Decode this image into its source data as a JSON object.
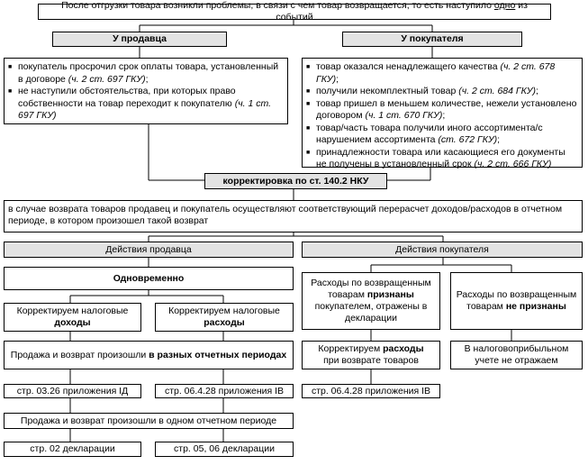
{
  "top": {
    "prefix": "После отгрузки товара возникли проблемы, в связи с чем товар возвращается, то есть наступило ",
    "emph": "одно",
    "suffix": " из событий"
  },
  "seller_header": "У продавца",
  "buyer_header": "У покупателя",
  "seller_items": [
    {
      "text": "покупатель просрочил срок оплаты товара, установленный в договоре ",
      "ref": "(ч. 2 ст. 697 ГКУ)",
      "tail": ";"
    },
    {
      "text": "не наступили обстоятельства, при которых право собственности на товар переходит к покупателю ",
      "ref": "(ч. 1 ст. 697 ГКУ)",
      "tail": ""
    }
  ],
  "buyer_items": [
    {
      "text": "товар оказался ненадлежащего качества ",
      "ref": "(ч. 2 ст. 678 ГКУ)",
      "tail": ";"
    },
    {
      "text": "получили некомплектный товар ",
      "ref": "(ч. 2 ст. 684 ГКУ)",
      "tail": ";"
    },
    {
      "text": "товар пришел в меньшем количестве, нежели установлено договором ",
      "ref": "(ч. 1 ст. 670 ГКУ)",
      "tail": ";"
    },
    {
      "text": "товар/часть товара получили иного ассортимента/с нарушением ассортимента ",
      "ref": "(ст. 672 ГКУ)",
      "tail": ";"
    },
    {
      "text": "принадлежности товара или касающиеся его документы не получены в установленный срок ",
      "ref": "(ч. 2 ст. 666 ГКУ)",
      "tail": ""
    }
  ],
  "correction": "корректировка по ст. 140.2 НКУ",
  "recalc": "в случае возврата товаров продавец и покупатель осуществляют соответствующий перерасчет доходов/расходов в отчетном периоде, в котором произошел такой возврат",
  "seller_actions": "Действия продавца",
  "buyer_actions": "Действия покупателя",
  "simultaneously": "Одновременно",
  "adjust_income": {
    "pre": "Корректируем налоговые ",
    "bold": "доходы"
  },
  "adjust_expenses": {
    "pre": "Корректируем налоговые ",
    "bold": "расходы"
  },
  "different_periods": {
    "pre": "Продажа и возврат произошли ",
    "bold": "в разных отчетных периодах"
  },
  "line_ii": "стр. 03.26 приложения ІД",
  "line_iv_seller": "стр. 06.4.28 приложения ІВ",
  "same_period": "Продажа и возврат произошли в одном отчетном периоде",
  "line_02": "стр. 02 декларации",
  "line_05_06": "стр. 05, 06 декларации",
  "expenses_recognized": {
    "a": "Расходы по возвращенным товарам ",
    "bold": "признаны",
    "b": " покупателем, отражены в декларации"
  },
  "expenses_not_recognized": {
    "a": "Расходы по возвращенным товарам ",
    "bold": "не признаны"
  },
  "adjust_buyer": {
    "pre": "Корректируем ",
    "bold": "расходы",
    "post": " при возврате товаров"
  },
  "not_reflect": "В налоговоприбыльном учете не отражаем",
  "line_iv_buyer": "стр. 06.4.28 приложения ІВ"
}
